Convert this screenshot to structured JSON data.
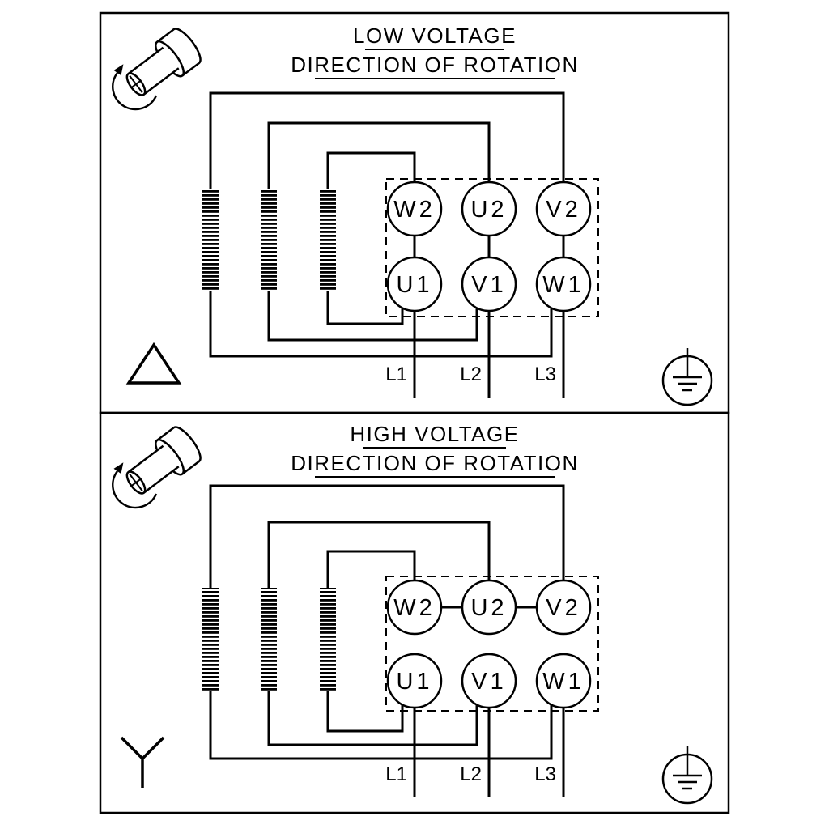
{
  "diagram": {
    "type": "motor-wiring-terminal-diagram",
    "background": "#ffffff",
    "line_color": "#000000",
    "panels": [
      {
        "title": "LOW VOLTAGE",
        "subtitle": "DIRECTION OF ROTATION",
        "connection": "delta",
        "connection_symbol": "delta-triangle",
        "terminals_top": [
          "W2",
          "U2",
          "V2"
        ],
        "terminals_bottom": [
          "U1",
          "V1",
          "W1"
        ],
        "supply_labels": [
          "L1",
          "L2",
          "L3"
        ],
        "icons": [
          "rotation-direction-icon",
          "earth-ground-icon"
        ]
      },
      {
        "title": "HIGH VOLTAGE",
        "subtitle": "DIRECTION OF ROTATION",
        "connection": "star",
        "connection_symbol": "wye-Y",
        "terminals_top": [
          "W2",
          "U2",
          "V2"
        ],
        "terminals_bottom": [
          "U1",
          "V1",
          "W1"
        ],
        "supply_labels": [
          "L1",
          "L2",
          "L3"
        ],
        "icons": [
          "rotation-direction-icon",
          "earth-ground-icon"
        ]
      }
    ]
  }
}
